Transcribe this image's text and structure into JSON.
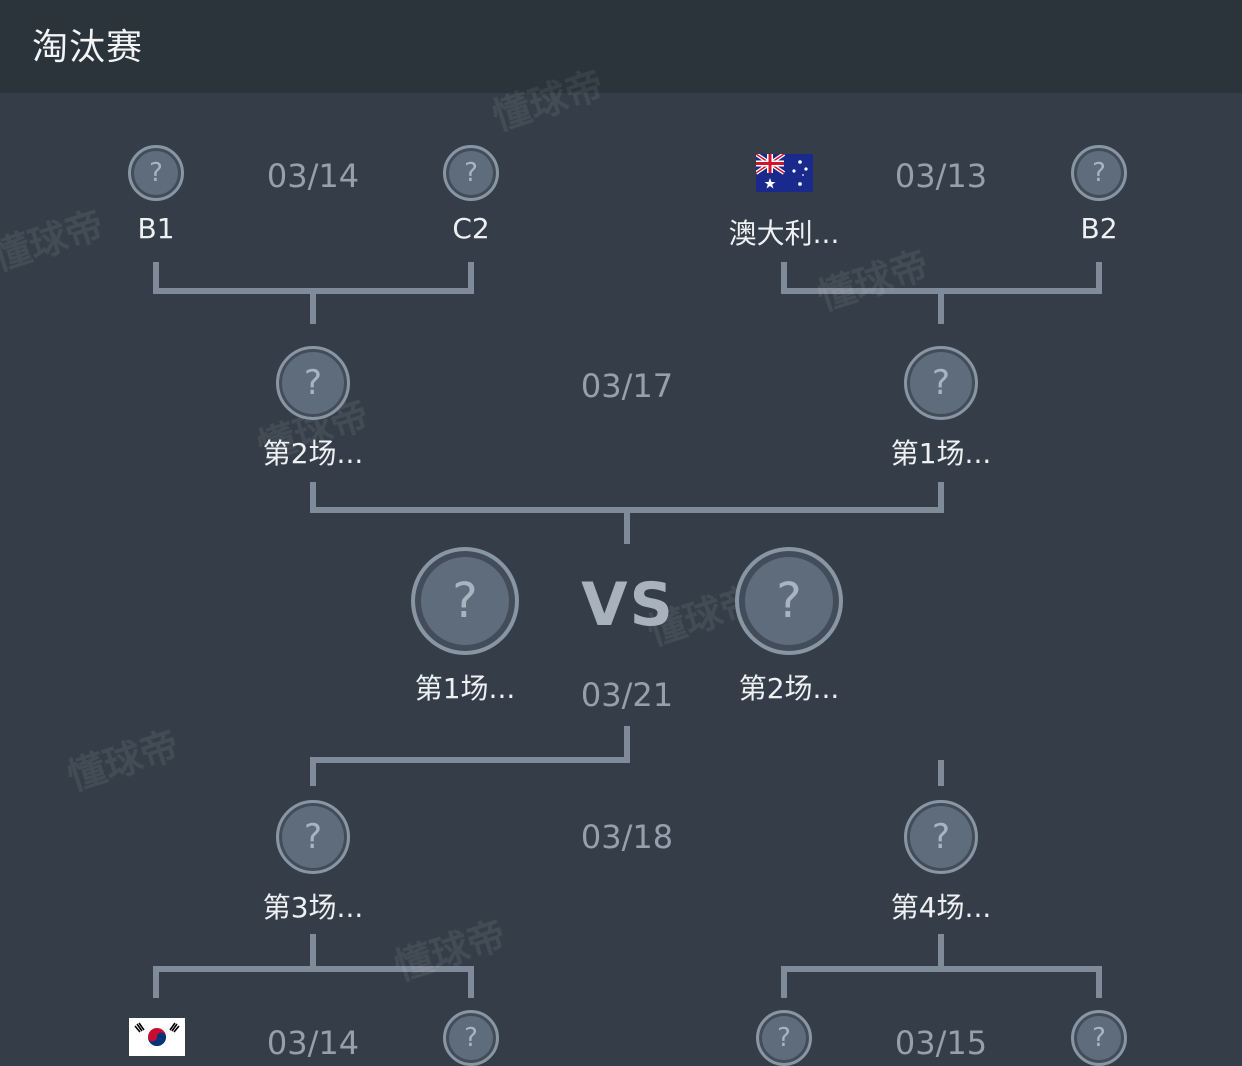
{
  "header": {
    "title": "淘汰赛"
  },
  "watermark": {
    "text": "懂球帝"
  },
  "colors": {
    "background": "#353e48",
    "header": "#2b333b",
    "line": "#7f8b98",
    "circle": "#5f6c7b"
  },
  "round1_top": {
    "left": {
      "date": "03/14",
      "home": {
        "label": "B1",
        "icon": "unknown-team-icon",
        "placeholder": "?"
      },
      "away": {
        "label": "C2",
        "icon": "unknown-team-icon",
        "placeholder": "?"
      }
    },
    "right": {
      "date": "03/13",
      "home": {
        "label": "澳大利...",
        "icon": "australia-flag-icon"
      },
      "away": {
        "label": "B2",
        "icon": "unknown-team-icon",
        "placeholder": "?"
      }
    }
  },
  "semifinal_top": {
    "date": "03/17",
    "home": {
      "label": "第2场...",
      "placeholder": "?"
    },
    "away": {
      "label": "第1场...",
      "placeholder": "?"
    }
  },
  "final": {
    "date": "03/21",
    "vs": "VS",
    "home": {
      "label": "第1场...",
      "placeholder": "?"
    },
    "away": {
      "label": "第2场...",
      "placeholder": "?"
    }
  },
  "semifinal_bottom": {
    "date": "03/18",
    "home": {
      "label": "第3场...",
      "placeholder": "?"
    },
    "away": {
      "label": "第4场...",
      "placeholder": "?"
    }
  },
  "round1_bottom": {
    "left": {
      "date": "03/14",
      "home": {
        "icon": "south-korea-flag-icon"
      },
      "away": {
        "icon": "unknown-team-icon",
        "placeholder": "?"
      }
    },
    "right": {
      "date": "03/15",
      "home": {
        "icon": "unknown-team-icon",
        "placeholder": "?"
      },
      "away": {
        "icon": "unknown-team-icon",
        "placeholder": "?"
      }
    }
  }
}
